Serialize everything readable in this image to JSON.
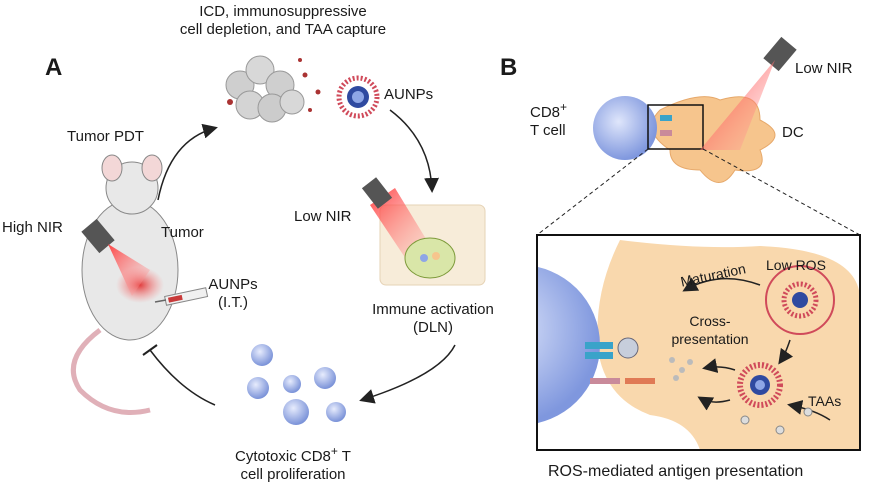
{
  "panels": {
    "a": "A",
    "b": "B"
  },
  "panel_a": {
    "icd_line1": "ICD, immunosuppressive",
    "icd_line2": "cell depletion, and TAA capture",
    "aunps_top": "AUNPs",
    "tumor_pdt": "Tumor PDT",
    "low_nir": "Low NIR",
    "high_nir": "High NIR",
    "tumor": "Tumor",
    "aunps_it_line1": "AUNPs",
    "aunps_it_line2": "(I.T.)",
    "immune_line1": "Immune activation",
    "immune_line2": "(DLN)",
    "cytotoxic_pre": "Cytotoxic CD8",
    "cytotoxic_sup": "+",
    "cytotoxic_post": " T",
    "cytotoxic_line2": "cell proliferation"
  },
  "panel_b": {
    "low_nir": "Low NIR",
    "cd8_pre": "CD8",
    "cd8_sup": "+",
    "tcell": "T cell",
    "dc": "DC",
    "low_ros": "Low ROS",
    "maturation": "Maturation",
    "cross1": "Cross-",
    "cross2": "presentation",
    "taas": "TAAs",
    "caption": "ROS-mediated antigen presentation"
  },
  "colors": {
    "laser_red": "#e23a3a",
    "cell_blue": "#8ea6e6",
    "dc_orange": "#f6c58d",
    "arrow": "#222222"
  }
}
